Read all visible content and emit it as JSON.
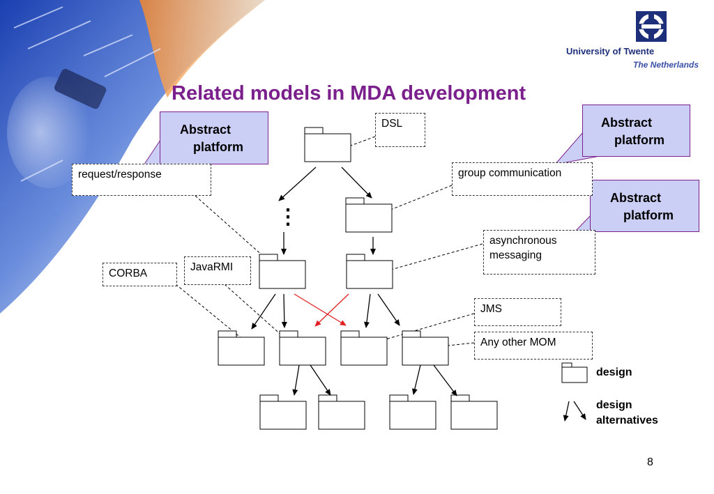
{
  "slide": {
    "title": "Related models in MDA development",
    "page_number": "8"
  },
  "logo": {
    "institution": "University of Twente",
    "country": "The Netherlands"
  },
  "callouts": [
    {
      "line1": "Abstract",
      "line2": "platform"
    },
    {
      "line1": "Abstract",
      "line2": "platform"
    },
    {
      "line1": "Abstract",
      "line2": "platform"
    }
  ],
  "notes": {
    "dsl": "DSL",
    "request_response": "request/response",
    "group_communication": "group communication",
    "async_line1": "asynchronous",
    "async_line2": "messaging",
    "corba": "CORBA",
    "javarmi": "JavaRMI",
    "jms": "JMS",
    "any_other_mom": "Any other MOM"
  },
  "diagram": {
    "ellipsis": "⋮"
  },
  "legend": {
    "design": "design",
    "design_alternatives_line1": "design",
    "design_alternatives_line2": "alternatives"
  },
  "colors": {
    "title": "#7a1f8c",
    "callout_fill": "#cccff5",
    "callout_border": "#7a1f8c",
    "highlight_arrow": "#e02020",
    "logo_blue": "#1d2f7a"
  }
}
